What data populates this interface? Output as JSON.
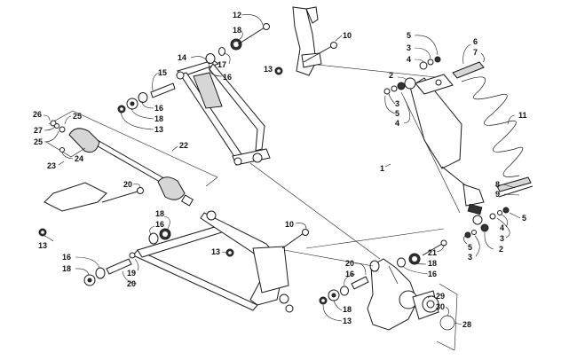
{
  "diagram": {
    "title": "Front Suspension Assembly Exploded View",
    "callouts": [
      {
        "id": "c-12",
        "text": "12"
      },
      {
        "id": "c-18a",
        "text": "18"
      },
      {
        "id": "c-10a",
        "text": "10"
      },
      {
        "id": "c-14",
        "text": "14"
      },
      {
        "id": "c-17",
        "text": "17"
      },
      {
        "id": "c-16a",
        "text": "16"
      },
      {
        "id": "c-13a",
        "text": "13"
      },
      {
        "id": "c-15",
        "text": "15"
      },
      {
        "id": "c-16b",
        "text": "16"
      },
      {
        "id": "c-18b",
        "text": "18"
      },
      {
        "id": "c-13b",
        "text": "13"
      },
      {
        "id": "c-26",
        "text": "26"
      },
      {
        "id": "c-25a",
        "text": "25"
      },
      {
        "id": "c-27",
        "text": "27"
      },
      {
        "id": "c-25b",
        "text": "25"
      },
      {
        "id": "c-22",
        "text": "22"
      },
      {
        "id": "c-24",
        "text": "24"
      },
      {
        "id": "c-23",
        "text": "23"
      },
      {
        "id": "c-5a",
        "text": "5"
      },
      {
        "id": "c-3a",
        "text": "3"
      },
      {
        "id": "c-4a",
        "text": "4"
      },
      {
        "id": "c-6",
        "text": "6"
      },
      {
        "id": "c-7",
        "text": "7"
      },
      {
        "id": "c-2a",
        "text": "2"
      },
      {
        "id": "c-3b",
        "text": "3"
      },
      {
        "id": "c-5b",
        "text": "5"
      },
      {
        "id": "c-4b",
        "text": "4"
      },
      {
        "id": "c-11",
        "text": "11"
      },
      {
        "id": "c-1",
        "text": "1"
      },
      {
        "id": "c-8",
        "text": "8"
      },
      {
        "id": "c-9",
        "text": "9"
      },
      {
        "id": "c-5c",
        "text": "5"
      },
      {
        "id": "c-4c",
        "text": "4"
      },
      {
        "id": "c-3c",
        "text": "3"
      },
      {
        "id": "c-5d",
        "text": "5"
      },
      {
        "id": "c-2b",
        "text": "2"
      },
      {
        "id": "c-3d",
        "text": "3"
      },
      {
        "id": "c-20a",
        "text": "20"
      },
      {
        "id": "c-18c",
        "text": "18"
      },
      {
        "id": "c-16c",
        "text": "16"
      },
      {
        "id": "c-13c",
        "text": "13"
      },
      {
        "id": "c-10b",
        "text": "10"
      },
      {
        "id": "c-13d",
        "text": "13"
      },
      {
        "id": "c-16d",
        "text": "16"
      },
      {
        "id": "c-18d",
        "text": "18"
      },
      {
        "id": "c-19",
        "text": "19"
      },
      {
        "id": "c-20b",
        "text": "20"
      },
      {
        "id": "c-21",
        "text": "21"
      },
      {
        "id": "c-18e",
        "text": "18"
      },
      {
        "id": "c-16e",
        "text": "16"
      },
      {
        "id": "c-20c",
        "text": "20"
      },
      {
        "id": "c-16f",
        "text": "16"
      },
      {
        "id": "c-18f",
        "text": "18"
      },
      {
        "id": "c-13e",
        "text": "13"
      },
      {
        "id": "c-29",
        "text": "29"
      },
      {
        "id": "c-30",
        "text": "30"
      },
      {
        "id": "c-28",
        "text": "28"
      }
    ]
  }
}
